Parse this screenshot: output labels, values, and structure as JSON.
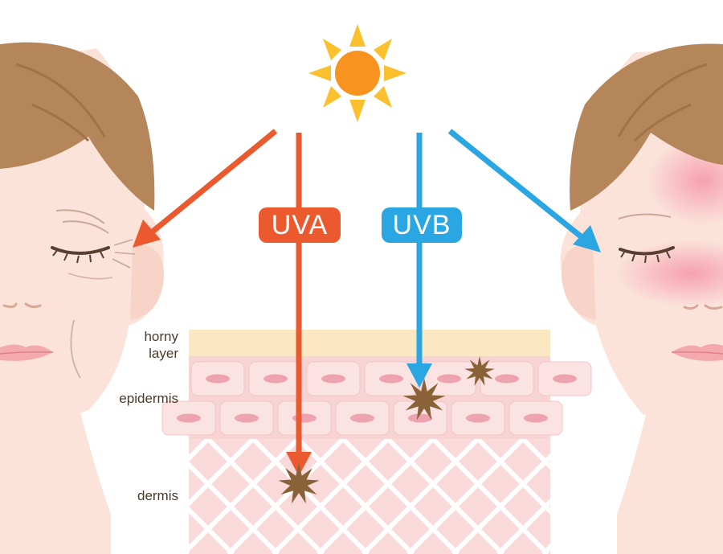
{
  "labels": {
    "uva": "UVA",
    "uvb": "UVB",
    "horny_line1": "horny",
    "horny_line2": "layer",
    "epidermis": "epidermis",
    "dermis": "dermis"
  },
  "colors": {
    "uva": "#ea5a2e",
    "uvb": "#2aa6e2",
    "sun_core": "#f7931e",
    "sun_rays": "#fbc02d",
    "hair": "#b5865a",
    "skin": "#fbe3da",
    "horny_layer": "#fbe7c2",
    "epidermis": "#f7d3d3",
    "dermis": "#f9d9d9",
    "damage": "#8a6238",
    "label_text": "#4a3a2a"
  },
  "icons": [
    "sun-icon",
    "damage-star-icon"
  ]
}
